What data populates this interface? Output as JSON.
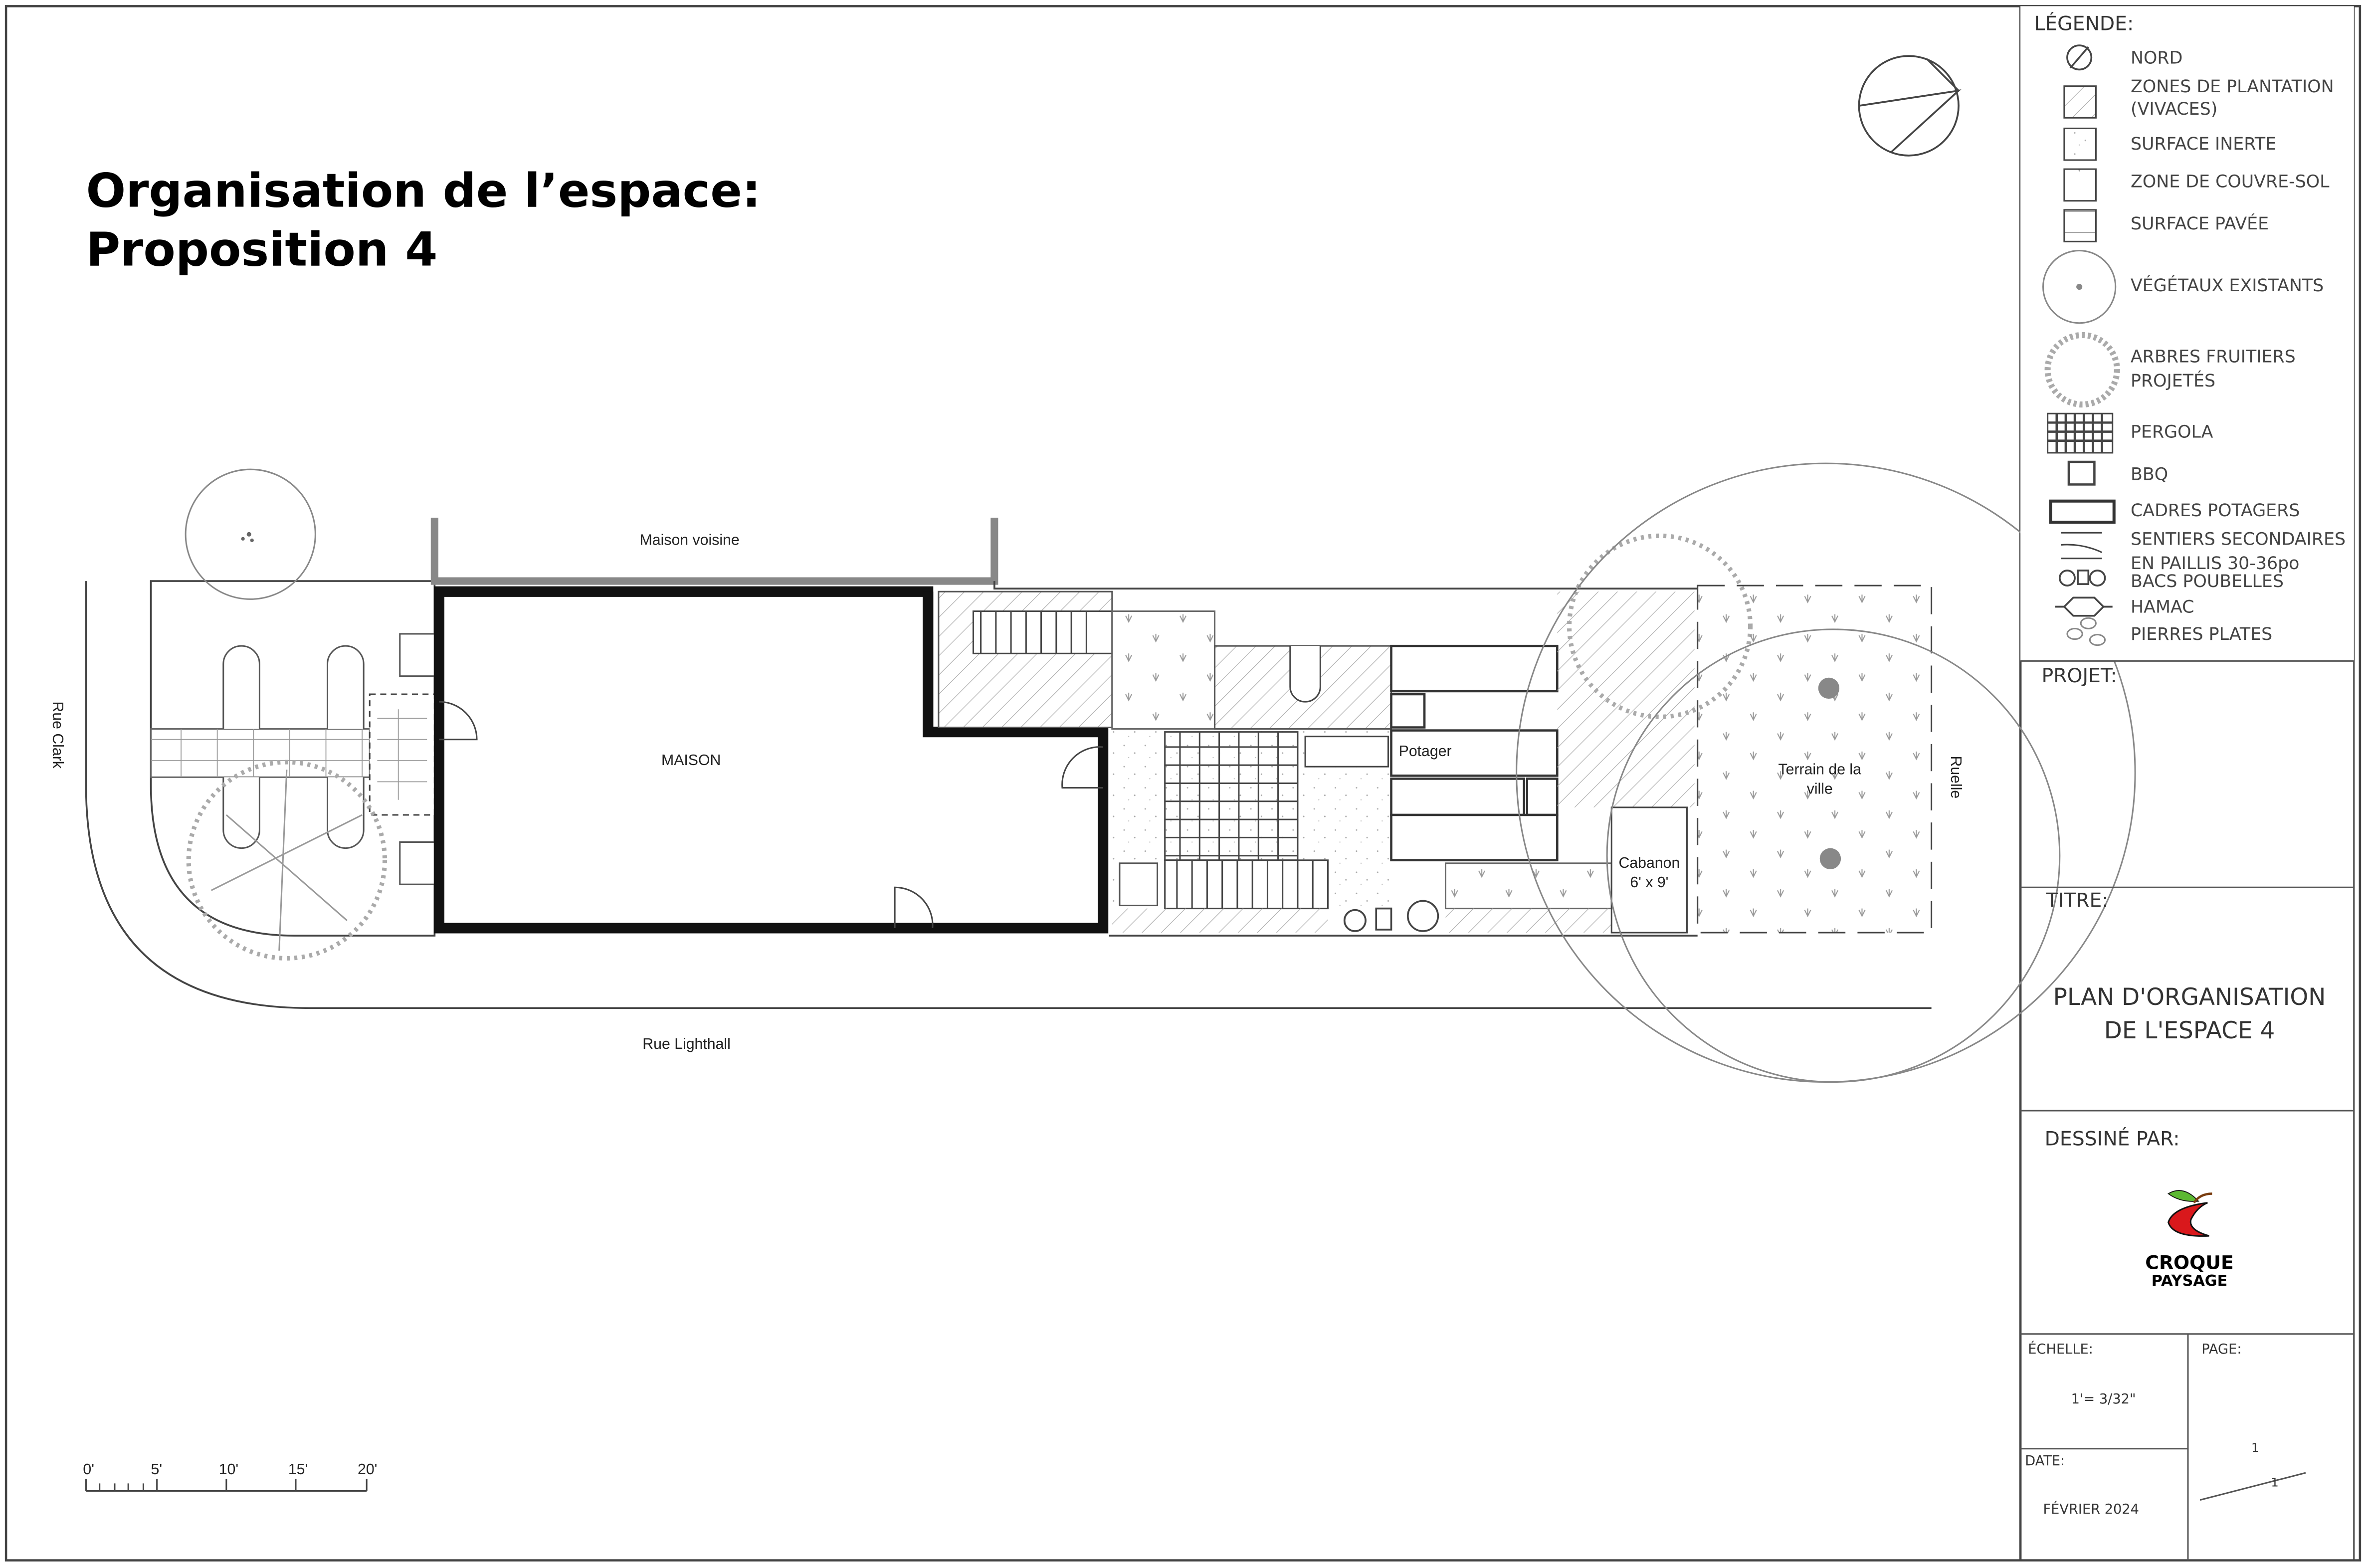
{
  "title": {
    "line1": "Organisation de l’espace:",
    "line2": "Proposition 4"
  },
  "plan": {
    "maison_voisine": "Maison voisine",
    "maison": "MAISON",
    "rue_clark": "Rue Clark",
    "rue_lighthall": "Rue Lighthall",
    "potager": "Potager",
    "cabanon_line1": "Cabanon",
    "cabanon_line2": "6' x 9'",
    "terrain_line1": "Terrain de la",
    "terrain_line2": "ville",
    "ruelle": "Ruelle"
  },
  "scale_bar": {
    "ticks": [
      "0'",
      "5'",
      "10'",
      "15'",
      "20'"
    ]
  },
  "legend": {
    "heading": "LÉGENDE:",
    "items": [
      {
        "icon": "north-icon",
        "label": "NORD"
      },
      {
        "icon": "hatch-icon",
        "label": "ZONES DE PLANTATION",
        "label2": "(VIVACES)"
      },
      {
        "icon": "dots-icon",
        "label": "SURFACE INERTE"
      },
      {
        "icon": "groundcover-icon",
        "label": "ZONE DE COUVRE-SOL"
      },
      {
        "icon": "paver-icon",
        "label": "SURFACE PAVÉE"
      },
      {
        "icon": "existing-plant-icon",
        "label": "VÉGÉTAUX EXISTANTS"
      },
      {
        "icon": "fruit-tree-icon",
        "label": "ARBRES FRUITIERS",
        "label2": "PROJETÉS"
      },
      {
        "icon": "pergola-icon",
        "label": "PERGOLA"
      },
      {
        "icon": "bbq-icon",
        "label": "BBQ"
      },
      {
        "icon": "planter-icon",
        "label": "CADRES POTAGERS"
      },
      {
        "icon": "path-icon",
        "label": "SENTIERS SECONDAIRES",
        "label2": "EN PAILLIS 30-36po"
      },
      {
        "icon": "bins-icon",
        "label": "BACS POUBELLES"
      },
      {
        "icon": "hammock-icon",
        "label": "HAMAC"
      },
      {
        "icon": "stones-icon",
        "label": "PIERRES PLATES"
      }
    ]
  },
  "title_block": {
    "projet_label": "PROJET:",
    "titre_label": "TITRE:",
    "titre_line1": "PLAN D'ORGANISATION",
    "titre_line2": "DE L'ESPACE 4",
    "dessine_label": "DESSINÉ PAR:",
    "logo_line1": "CROQUE",
    "logo_line2": "PAYSAGE",
    "echelle_label": "ÉCHELLE:",
    "echelle_value": "1'= 3/32\"",
    "date_label": "DATE:",
    "date_value": "FÉVRIER 2024",
    "page_label": "PAGE:",
    "page_number": "1",
    "page_total": "1"
  },
  "colors": {
    "line": "#444444",
    "hatch": "#999999",
    "logo_red": "#d9181c",
    "logo_leaf": "#5cb832"
  }
}
